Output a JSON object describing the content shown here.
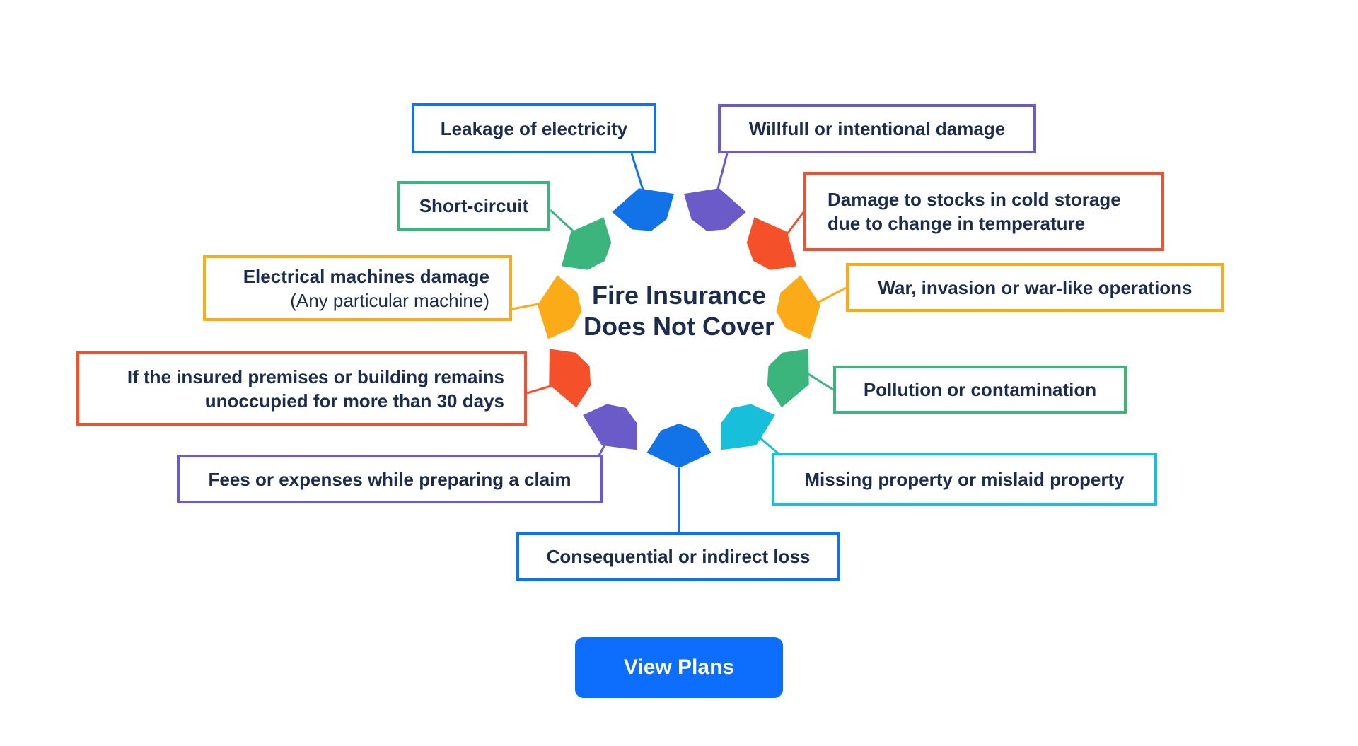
{
  "center": {
    "line1": "Fire Insurance",
    "line2": "Does Not Cover"
  },
  "cta": {
    "label": "View Plans",
    "background": "#0d6efd",
    "text_color": "#ffffff"
  },
  "palette": {
    "blue": "#1273e8",
    "purple": "#6a5bc8",
    "red": "#f4512b",
    "yellow": "#fbab18",
    "green": "#3cb57d",
    "cyan": "#17bfda",
    "navy": "#1b2c4e"
  },
  "items": [
    {
      "id": "leakage",
      "color": "blue",
      "lines": [
        "Leakage of electricity"
      ]
    },
    {
      "id": "willfull",
      "color": "purple",
      "lines": [
        "Willfull or intentional damage"
      ]
    },
    {
      "id": "short-circuit",
      "color": "green",
      "lines": [
        "Short-circuit"
      ]
    },
    {
      "id": "cold-storage",
      "color": "red",
      "lines": [
        "Damage to stocks in cold storage",
        "due to change in temperature"
      ]
    },
    {
      "id": "electrical",
      "color": "yellow",
      "lines": [
        "Electrical machines damage",
        "(Any particular machine)"
      ],
      "light_line": 1
    },
    {
      "id": "war",
      "color": "yellow",
      "lines": [
        "War, invasion or war-like operations"
      ]
    },
    {
      "id": "unoccupied",
      "color": "red",
      "lines": [
        "If the insured premises or building remains",
        "unoccupied for more than 30 days"
      ]
    },
    {
      "id": "pollution",
      "color": "green",
      "lines": [
        "Pollution or contamination"
      ]
    },
    {
      "id": "fees",
      "color": "purple",
      "lines": [
        "Fees or expenses while preparing a claim"
      ]
    },
    {
      "id": "missing",
      "color": "cyan",
      "lines": [
        "Missing property or mislaid property"
      ]
    },
    {
      "id": "consequential",
      "color": "blue",
      "lines": [
        "Consequential or indirect loss"
      ]
    }
  ],
  "ring_segment_colors": [
    "purple",
    "red",
    "yellow",
    "green",
    "cyan",
    "blue",
    "purple",
    "red",
    "yellow",
    "green",
    "blue"
  ]
}
